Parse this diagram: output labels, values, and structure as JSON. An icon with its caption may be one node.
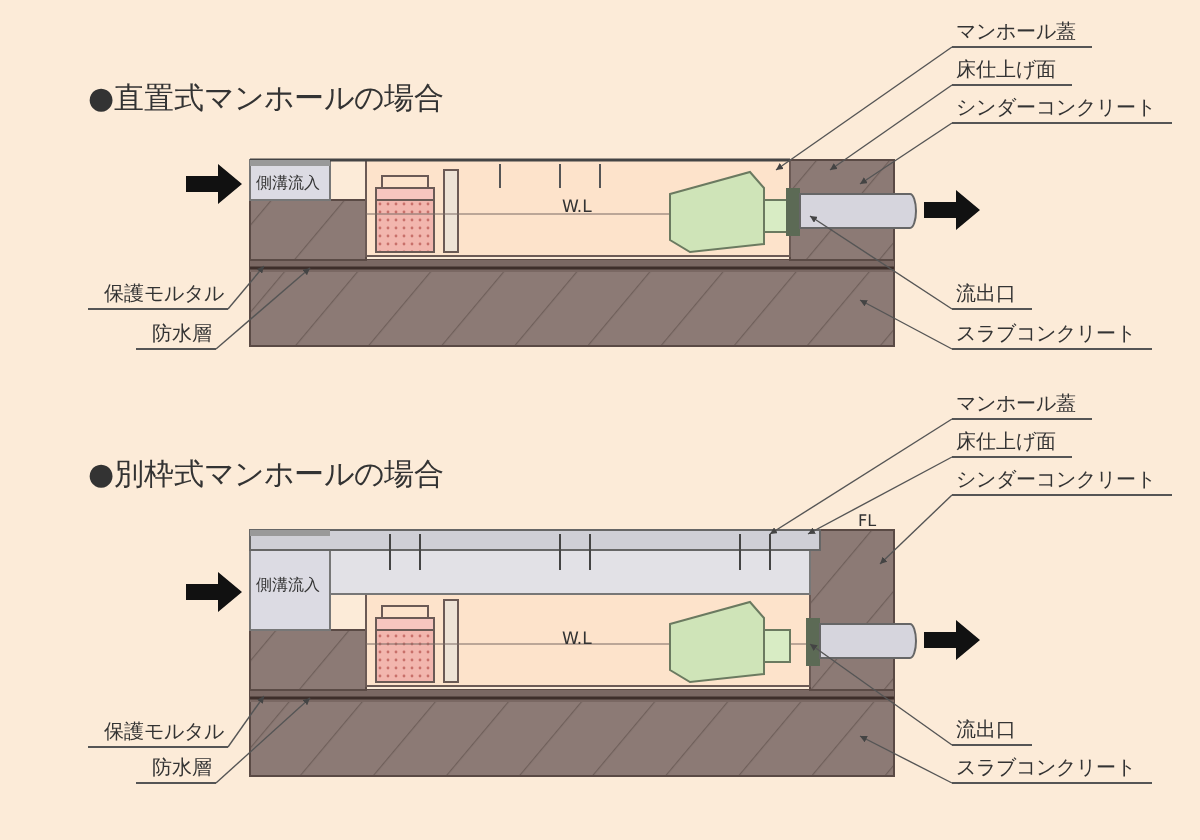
{
  "diagram": {
    "nodes": [
      {
        "text": [
          "マンホール蓋"
        ]
      },
      {
        "text": [
          "床仕上げ面"
        ]
      },
      {
        "text": [
          "シンダーコンクリート"
        ]
      },
      {
        "text": [
          "保護モルタル"
        ]
      },
      {
        "text": [
          "流出口"
        ]
      },
      {
        "text": [
          "防水層"
        ]
      },
      {
        "text": [
          "スラブコンクリート"
        ]
      },
      {
        "text": [
          "マンホール蓋"
        ]
      },
      {
        "text": [
          "床仕上げ面"
        ]
      },
      {
        "text": [
          "シンダーコンクリート"
        ]
      },
      {
        "text": [
          "保護モルタル"
        ]
      },
      {
        "text": [
          "流出口"
        ]
      },
      {
        "text": [
          "防水層"
        ]
      },
      {
        "text": [
          "スラブコンクリート"
        ]
      }
    ],
    "edges": [
      {
        "from": 0,
        "to": null,
        "arrow": "to"
      },
      {
        "from": 1,
        "to": null,
        "arrow": "to"
      },
      {
        "from": 2,
        "to": null,
        "arrow": "to"
      },
      {
        "from": 3,
        "to": null,
        "arrow": "to"
      },
      {
        "from": 4,
        "to": null,
        "arrow": "to"
      },
      {
        "from": 5,
        "to": null,
        "arrow": "to"
      },
      {
        "from": 6,
        "to": null,
        "arrow": "to"
      },
      {
        "from": 7,
        "to": null,
        "arrow": "to"
      },
      {
        "from": 8,
        "to": null,
        "arrow": "to"
      },
      {
        "from": 9,
        "to": null,
        "arrow": "to"
      },
      {
        "from": 10,
        "to": null,
        "arrow": "to"
      },
      {
        "from": 11,
        "to": null,
        "arrow": "to"
      },
      {
        "from": 12,
        "to": null,
        "arrow": "to"
      },
      {
        "from": 13,
        "to": null,
        "arrow": "to"
      }
    ],
    "labels": [
      "●直置式マンホールの場合",
      "側溝流入",
      "W.L",
      "●別枠式マンホールの場合",
      "FL",
      "側溝流入",
      "W.L"
    ]
  }
}
